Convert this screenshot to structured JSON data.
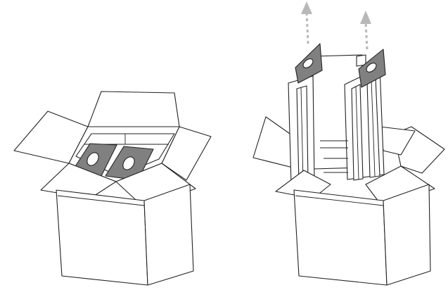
{
  "figure": {
    "panels": [
      {
        "step": "box-opened-handles-visible"
      },
      {
        "step": "lift-insert-by-handles"
      }
    ],
    "colors": {
      "outline": "#222222",
      "handle_fill": "#808080",
      "arrow": "#b8b8b8",
      "background": "#ffffff"
    },
    "icons": [
      "cardboard-box",
      "lift-handle",
      "lift-arrow"
    ]
  }
}
